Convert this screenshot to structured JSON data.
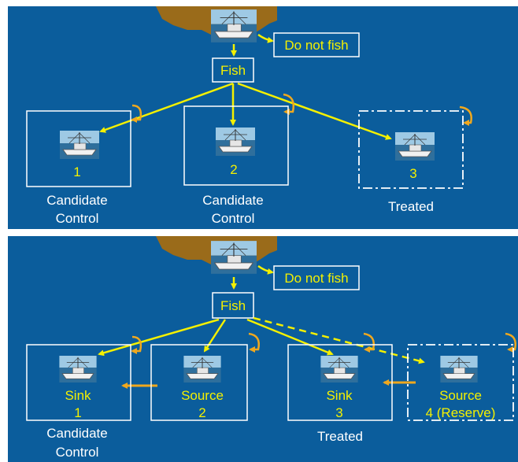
{
  "colors": {
    "background": "#0b5d9c",
    "arrow": "#f4f000",
    "lateral_arrow": "#f0a81e",
    "shore": "#9a6b1a",
    "box_border": "#ffffff",
    "label_yellow": "#f4f000",
    "label_white": "#ffffff"
  },
  "icons": {
    "boat": "fishing-boat-photo",
    "loop": "self-loop-arrow-icon"
  },
  "top": {
    "do_not_fish": "Do not fish",
    "fish": "Fish",
    "boxes": [
      {
        "number": "1",
        "caption_line1": "Candidate",
        "caption_line2": "Control",
        "style": "solid"
      },
      {
        "number": "2",
        "caption_line1": "Candidate",
        "caption_line2": "Control",
        "style": "solid"
      },
      {
        "number": "3",
        "caption_line1": "Treated",
        "caption_line2": "",
        "style": "dash-dot"
      }
    ]
  },
  "bottom": {
    "do_not_fish": "Do not fish",
    "fish": "Fish",
    "boxes": [
      {
        "role": "Sink",
        "number": "1",
        "caption_line1": "Candidate",
        "caption_line2": "Control",
        "style": "solid"
      },
      {
        "role": "Source",
        "number": "2",
        "caption_line1": "",
        "caption_line2": "",
        "style": "solid"
      },
      {
        "role": "Sink",
        "number": "3",
        "caption_line1": "Treated",
        "caption_line2": "",
        "style": "solid"
      },
      {
        "role": "Source",
        "number": "4 (Reserve)",
        "caption_line1": "",
        "caption_line2": "",
        "style": "dash-dot"
      }
    ]
  }
}
